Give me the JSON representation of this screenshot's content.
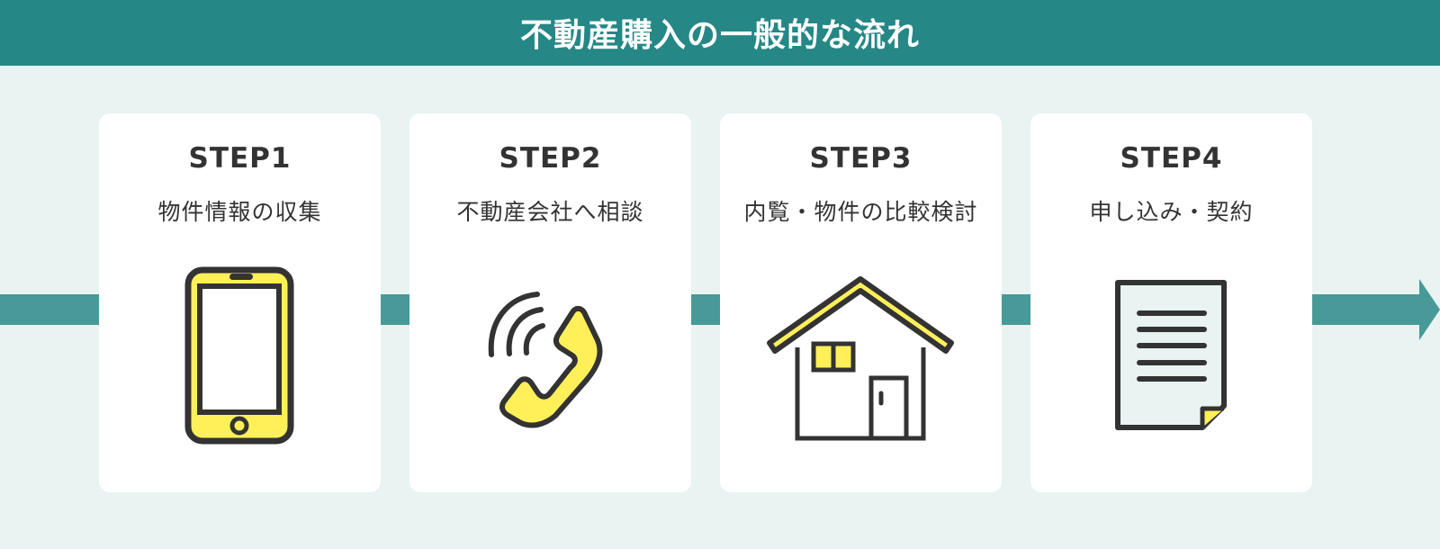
{
  "header": {
    "title": "不動産購入の一般的な流れ"
  },
  "colors": {
    "header_bg": "#258786",
    "page_bg": "#e8f3f2",
    "flow_bar": "#479a98",
    "card_bg": "#ffffff",
    "icon_stroke": "#333333",
    "icon_accent": "#fff05a",
    "text": "#333333"
  },
  "steps": [
    {
      "label": "STEP1",
      "description": "物件情報の収集",
      "icon": "smartphone-icon"
    },
    {
      "label": "STEP2",
      "description": "不動産会社へ相談",
      "icon": "phone-call-icon"
    },
    {
      "label": "STEP3",
      "description": "内覧・物件の比較検討",
      "icon": "house-icon"
    },
    {
      "label": "STEP4",
      "description": "申し込み・契約",
      "icon": "document-icon"
    }
  ]
}
